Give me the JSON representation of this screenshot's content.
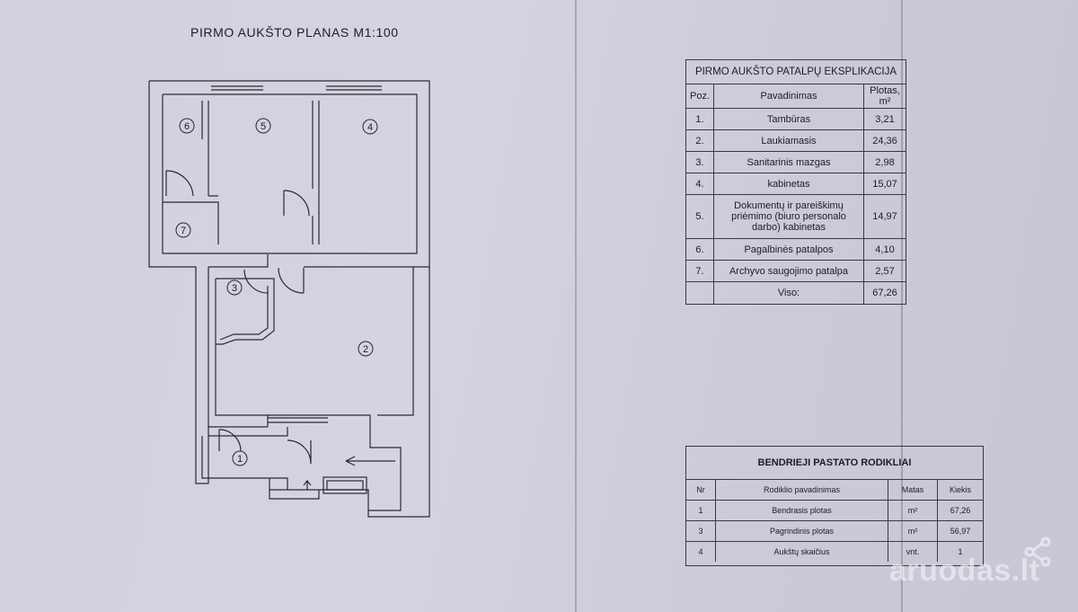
{
  "plan": {
    "title": "PIRMO AUKŠTO PLANAS  M1:100",
    "room_numbers": [
      "1",
      "2",
      "3",
      "4",
      "5",
      "6",
      "7"
    ]
  },
  "explication": {
    "title": "PIRMO AUKŠTO PATALPŲ EKSPLIKACIJA",
    "headers": {
      "pos": "Poz.",
      "name": "Pavadinimas",
      "area": "Plotas, m²"
    },
    "rows": [
      {
        "pos": "1.",
        "name": "Tambūras",
        "area": "3,21"
      },
      {
        "pos": "2.",
        "name": "Laukiamasis",
        "area": "24,36"
      },
      {
        "pos": "3.",
        "name": "Sanitarinis mazgas",
        "area": "2,98"
      },
      {
        "pos": "4.",
        "name": "kabinetas",
        "area": "15,07"
      },
      {
        "pos": "5.",
        "name": "Dokumentų ir pareiškimų priėmimo (biuro personalo darbo) kabinetas",
        "area": "14,97"
      },
      {
        "pos": "6.",
        "name": "Pagalbinės patalpos",
        "area": "4,10"
      },
      {
        "pos": "7.",
        "name": "Archyvo saugojimo patalpa",
        "area": "2,57"
      }
    ],
    "total_label": "Viso:",
    "total_value": "67,26"
  },
  "indicators": {
    "title": "BENDRIEJI PASTATO RODIKLIAI",
    "headers": {
      "nr": "Nr",
      "name": "Rodiklio pavadinimas",
      "unit": "Matas",
      "qty": "Kiekis"
    },
    "rows": [
      {
        "nr": "1",
        "name": "Bendrasis plotas",
        "unit": "m²",
        "qty": "67,26"
      },
      {
        "nr": "3",
        "name": "Pagrindinis plotas",
        "unit": "m²",
        "qty": "56,97"
      },
      {
        "nr": "4",
        "name": "Aukštų skaičius",
        "unit": "vnt.",
        "qty": "1"
      }
    ]
  },
  "watermark": {
    "text": "aruodas.lt"
  }
}
